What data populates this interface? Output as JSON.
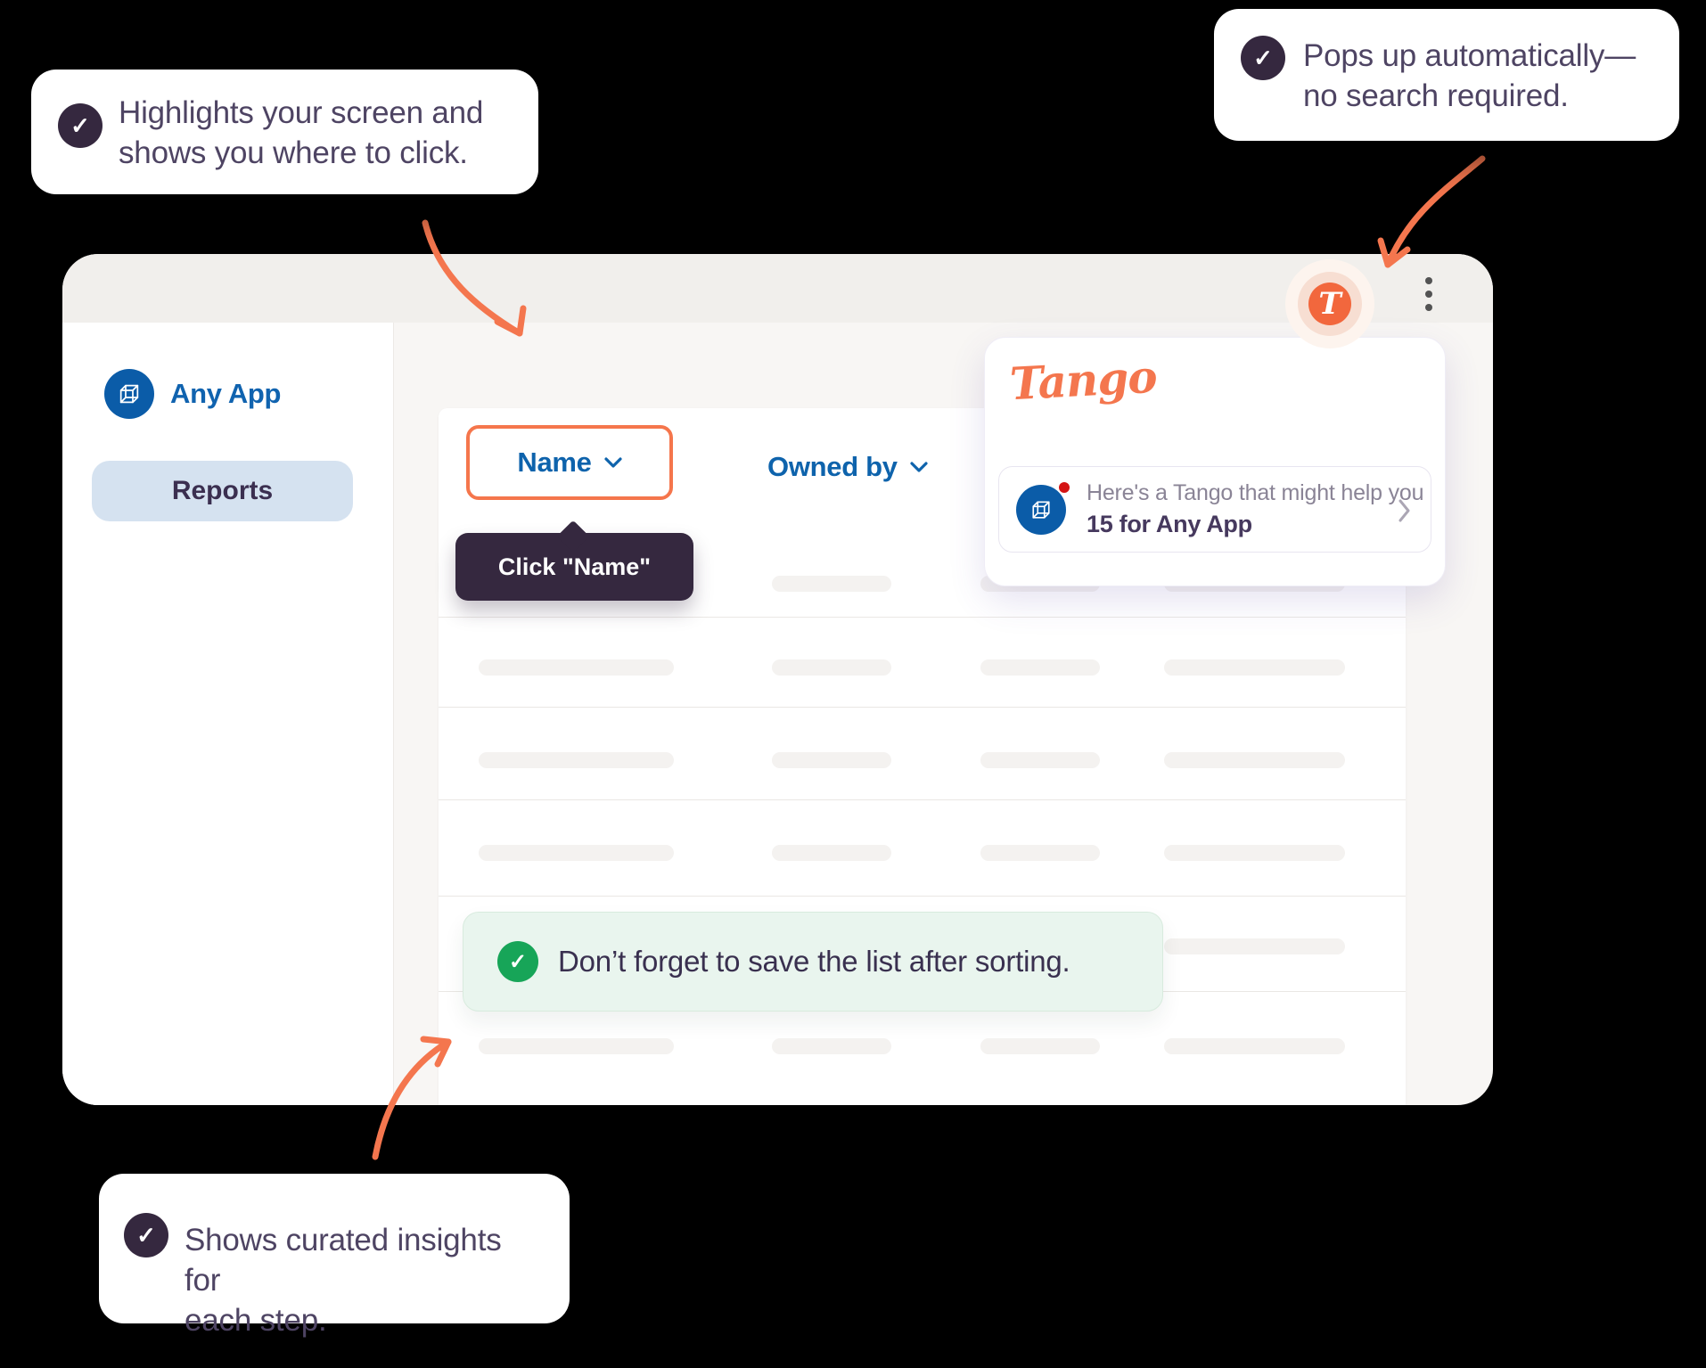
{
  "callouts": {
    "top_left": {
      "icon": "check-icon",
      "lines": [
        "Highlights your screen and",
        "shows you where to click."
      ]
    },
    "top_right": {
      "icon": "check-icon",
      "lines": [
        "Pops up automatically—",
        "no search required."
      ]
    },
    "bottom_left": {
      "icon": "check-icon",
      "lines": [
        "Shows curated insights for",
        "each step."
      ]
    }
  },
  "window": {
    "topbar": {
      "avatar_letter": "T",
      "menu_icon": "kebab-menu-icon"
    },
    "sidebar": {
      "app_name": "Any App",
      "app_icon": "cube-icon",
      "nav_items": [
        {
          "label": "Reports",
          "active": true
        }
      ]
    },
    "table": {
      "columns": [
        {
          "label": "Name",
          "sortable": true,
          "highlighted": true
        },
        {
          "label": "Owned by",
          "sortable": true
        }
      ],
      "skeleton_rows": 6
    },
    "tooltip": {
      "text": "Click \"Name\""
    },
    "toast": {
      "icon": "check-circle-icon",
      "text": "Don’t forget to save the list after sorting."
    },
    "tango_panel": {
      "logo_text": "Tango",
      "suggestion": {
        "title": "Here's a Tango that might help you",
        "subtitle": "15 for Any App",
        "icon": "cube-icon",
        "unread_badge": true
      }
    }
  },
  "colors": {
    "accent_orange": "#F4764E",
    "brand_blue": "#0E63AC",
    "icon_blue": "#0B5CA8",
    "deep_purple": "#35283F",
    "text_purple": "#4E4463",
    "success_green": "#17A558",
    "toast_bg": "#E9F5EE",
    "pill_bg": "#D5E2F0",
    "topbar_bg": "#F1EFEC",
    "badge_red": "#D41414"
  }
}
